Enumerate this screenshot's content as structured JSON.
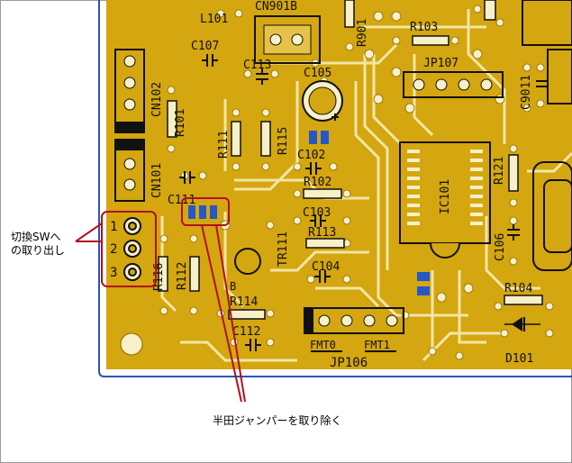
{
  "labels": {
    "cn901b": "CN901B",
    "l101": "L101",
    "c107": "C107",
    "r901": "R901",
    "r103": "R103",
    "jp107": "JP107",
    "c9011": "C9011",
    "cn102": "CN102",
    "c113": "C113",
    "c105": "C105",
    "r101": "R101",
    "r111": "R111",
    "r115": "R115",
    "cn101": "CN101",
    "c102": "C102",
    "r121": "R121",
    "c111": "C111",
    "r102": "R102",
    "ic101": "IC101",
    "c103": "C103",
    "r113": "R113",
    "c106": "C106",
    "tr111": "TR111",
    "c104": "C104",
    "r116": "R116",
    "r112": "R112",
    "r104": "R104",
    "r114": "R114",
    "c112": "C112",
    "b_mark": "B",
    "fmt0": "FMT0",
    "fmt1": "FMT1",
    "jp106": "JP106",
    "d101": "D101",
    "pin1": "1",
    "pin2": "2",
    "pin3": "3"
  },
  "callouts": {
    "switch_line1": "切換SWへ",
    "switch_line2": "の取り出し",
    "jumper": "半田ジャンパーを取り除く"
  },
  "colors": {
    "board": "#d4a60f",
    "pad": "#f7f0c8",
    "jumper_pad": "#2457c9",
    "callout": "#b01020",
    "board_edge": "#2a55b0"
  }
}
